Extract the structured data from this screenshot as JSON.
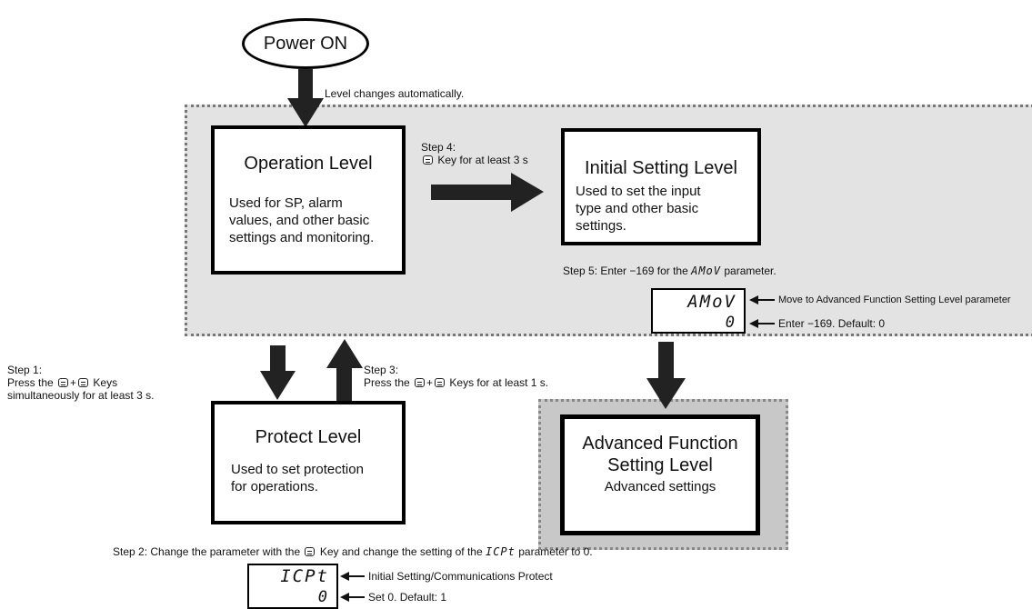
{
  "power_on": "Power ON",
  "auto_change": "Level changes automatically.",
  "operation_level": {
    "title": "Operation Level",
    "desc_lines": [
      "Used for SP, alarm",
      "values, and other basic",
      "settings and monitoring."
    ]
  },
  "step4": {
    "label": "Step 4:",
    "text": "Key for at least 3 s"
  },
  "initial_level": {
    "title": "Initial Setting Level",
    "desc_lines": [
      "Used to set the input",
      "type and other basic",
      "settings."
    ]
  },
  "step5": {
    "text_before": "Step 5: Enter −169 for the",
    "param": "AMoV",
    "text_after": "parameter."
  },
  "amov_display": {
    "top": "AMoV",
    "bottom": "0"
  },
  "amov_notes": {
    "top": "Move to Advanced Function Setting Level parameter",
    "bottom": "Enter −169. Default: 0"
  },
  "step1": {
    "label": "Step 1:",
    "line1_before": "Press the",
    "line1_after": "Keys",
    "line2": "simultaneously for at least 3 s."
  },
  "step3": {
    "label": "Step 3:",
    "text_before": "Press the",
    "text_after": "Keys for at least 1 s."
  },
  "protect_level": {
    "title": "Protect Level",
    "desc_lines": [
      "Used to set protection",
      "for operations."
    ]
  },
  "advanced_level": {
    "title_lines": [
      "Advanced Function",
      "Setting Level"
    ],
    "desc": "Advanced settings"
  },
  "step2": {
    "text_before": "Step 2: Change the parameter with the",
    "text_mid": "Key and change the setting of the",
    "param": "ICPt",
    "text_after": "parameter to 0."
  },
  "icpt_display": {
    "top": "ICPt",
    "bottom": "0"
  },
  "icpt_notes": {
    "top": "Initial Setting/Communications Protect",
    "bottom": "Set 0. Default: 1"
  },
  "plus": "+"
}
